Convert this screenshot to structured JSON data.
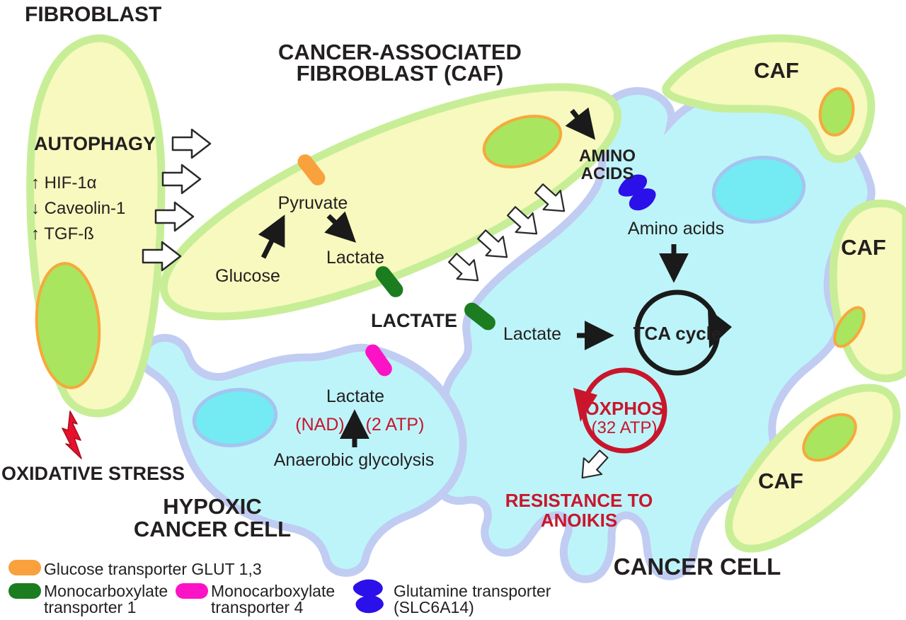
{
  "diagram": {
    "fibroblast": {
      "title": "FIBROBLAST",
      "autophagy": "AUTOPHAGY",
      "hif": "↑ HIF-1α",
      "caveolin": "↓ Caveolin-1",
      "tgf": "↑ TGF-ß",
      "oxidative_stress": "OXIDATIVE STRESS"
    },
    "caf": {
      "title_line1": "CANCER-ASSOCIATED",
      "title_line2": "FIBROBLAST (CAF)",
      "glucose": "Glucose",
      "pyruvate": "Pyruvate",
      "lactate": "Lactate"
    },
    "exchange": {
      "lactate_caps": "LACTATE",
      "amino_caps_line1": "AMINO",
      "amino_caps_line2": "ACIDS"
    },
    "cancer_cell": {
      "amino_acids": "Amino acids",
      "tca": "TCA cycle",
      "lactate": "Lactate",
      "oxphos": "OXPHOS",
      "atp32": "(32 ATP)",
      "resistance_line1": "RESISTANCE TO",
      "resistance_line2": "ANOIKIS",
      "label": "CANCER CELL"
    },
    "hypoxic_cell": {
      "lactate": "Lactate",
      "nad": "(NAD)",
      "atp2": "(2 ATP)",
      "glycolysis": "Anaerobic glycolysis",
      "label_line1": "HYPOXIC",
      "label_line2": "CANCER CELL"
    },
    "caf_right": {
      "top_label": "CAF",
      "edge_label": "CAF",
      "bottom_label": "CAF"
    },
    "legend": {
      "items": [
        {
          "icon": "glut-transporter",
          "line1": "Glucose transporter GLUT 1,3",
          "line2": ""
        },
        {
          "icon": "mct1-transporter",
          "line1": "Monocarboxylate",
          "line2": "transporter 1"
        },
        {
          "icon": "mct4-transporter",
          "line1": "Monocarboxylate",
          "line2": "transporter 4"
        },
        {
          "icon": "glutamine-transporter",
          "line1": "Glutamine transporter",
          "line2": "(SLC6A14)"
        }
      ]
    },
    "colors": {
      "caf_fill": "#f7f9be",
      "caf_border": "#c7ee96",
      "nucleus_green": "#a9e55e",
      "nucleus_orange_border": "#f7a83c",
      "cancer_fill": "#bdf4f9",
      "cancer_border": "#c0ccf2",
      "nucleus_cyan": "#74eaf3",
      "glut_orange": "#f9a13c",
      "mct1_green": "#1c7c20",
      "mct4_magenta": "#fc13c6",
      "slc6a14_blue": "#2b10e9",
      "accent_red": "#c9162c"
    }
  }
}
